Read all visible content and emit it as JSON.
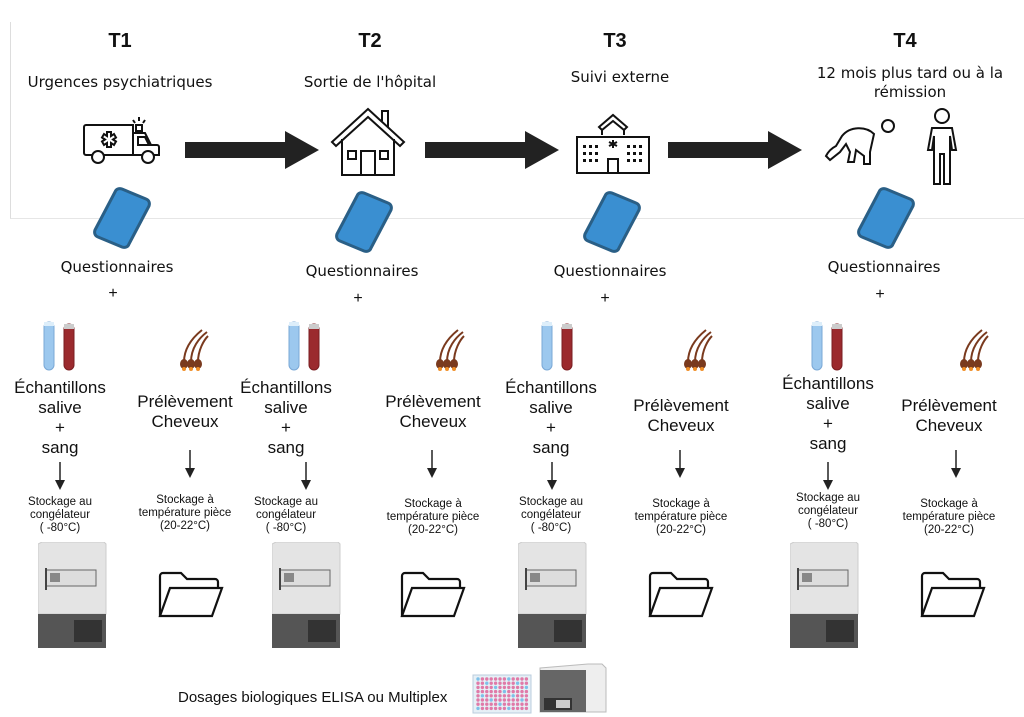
{
  "timepoints": [
    {
      "label": "T1",
      "description": "Urgences psychiatriques",
      "icon": "ambulance-icon"
    },
    {
      "label": "T2",
      "description": "Sortie de l'hôpital",
      "icon": "house-icon"
    },
    {
      "label": "T3",
      "description": "Suivi externe",
      "icon": "hospital-icon"
    },
    {
      "label": "T4",
      "description": "12 mois plus tard ou à la rémission",
      "icon": "recovery-figures-icon"
    }
  ],
  "questionnaire_label": "Questionnaires",
  "plus": "+",
  "samples": {
    "blood_saliva": {
      "line1": "Échantillons",
      "line2": "salive",
      "line3": "+",
      "line4": "sang"
    },
    "hair": {
      "line1": "Prélèvement",
      "line2": "Cheveux"
    }
  },
  "storage": {
    "freezer": {
      "line1": "Stockage au",
      "line2": "congélateur",
      "line3": "( -80°C)"
    },
    "room": {
      "line1": "Stockage à",
      "line2": "température pièce",
      "line3": "(20-22°C)"
    }
  },
  "bottom": {
    "label": "Dosages biologiques ELISA ou Multiplex"
  },
  "colors": {
    "phone": "#3a8fd1",
    "phone_border": "#2a5f86",
    "arrow": "#222222",
    "saliva": "#9cc8ee",
    "blood": "#9b2a2e",
    "hair": "#7a3a1e",
    "hair_root": "#f0902a",
    "freezer_top": "#e4e4e4",
    "freezer_base": "#555555"
  }
}
